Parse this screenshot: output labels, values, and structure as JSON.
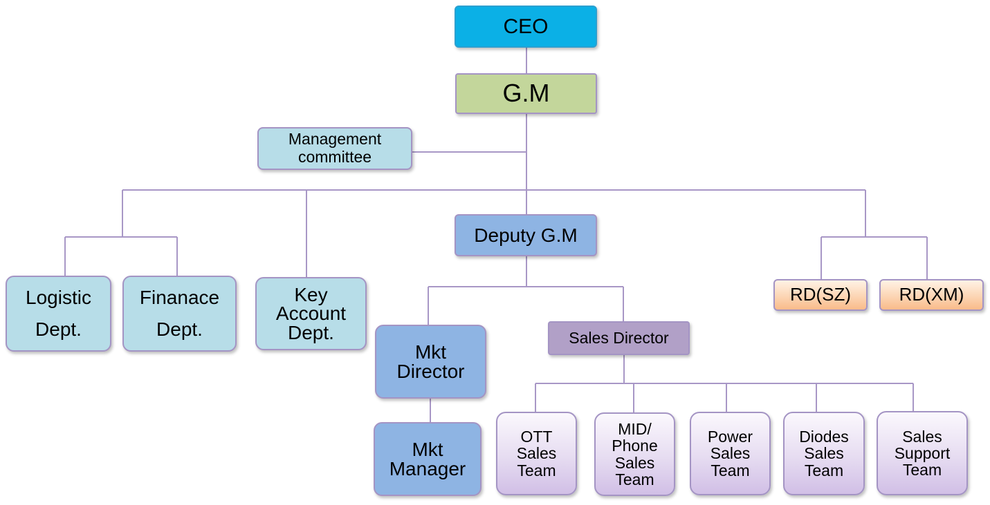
{
  "nodes": {
    "ceo": "CEO",
    "gm": "G.M",
    "mgmt": "Management\ncommittee",
    "logistic": "Logistic\nDept.",
    "finance": "Finanace\nDept.",
    "key_account": "Key\nAccount\nDept.",
    "deputy_gm": "Deputy G.M",
    "mkt_director": "Mkt\nDirector",
    "mkt_manager": "Mkt\nManager",
    "sales_director": "Sales Director",
    "rd_sz": "RD(SZ)",
    "rd_xm": "RD(XM)",
    "ott_team": "OTT\nSales\nTeam",
    "mid_phone_team": "MID/\nPhone\nSales\nTeam",
    "power_team": "Power\nSales\nTeam",
    "diodes_team": "Diodes\nSales\nTeam",
    "support_team": "Sales\nSupport\nTeam"
  },
  "colors": {
    "connector": "#a897c6",
    "ceo": "#0bb0e6",
    "gm": "#c3d69b",
    "dept": "#b7dde8",
    "deputy": "#8eb4e3",
    "sales_director": "#b1a0c7",
    "rd": "#fcd5b4",
    "team": "#e6dcf1"
  }
}
